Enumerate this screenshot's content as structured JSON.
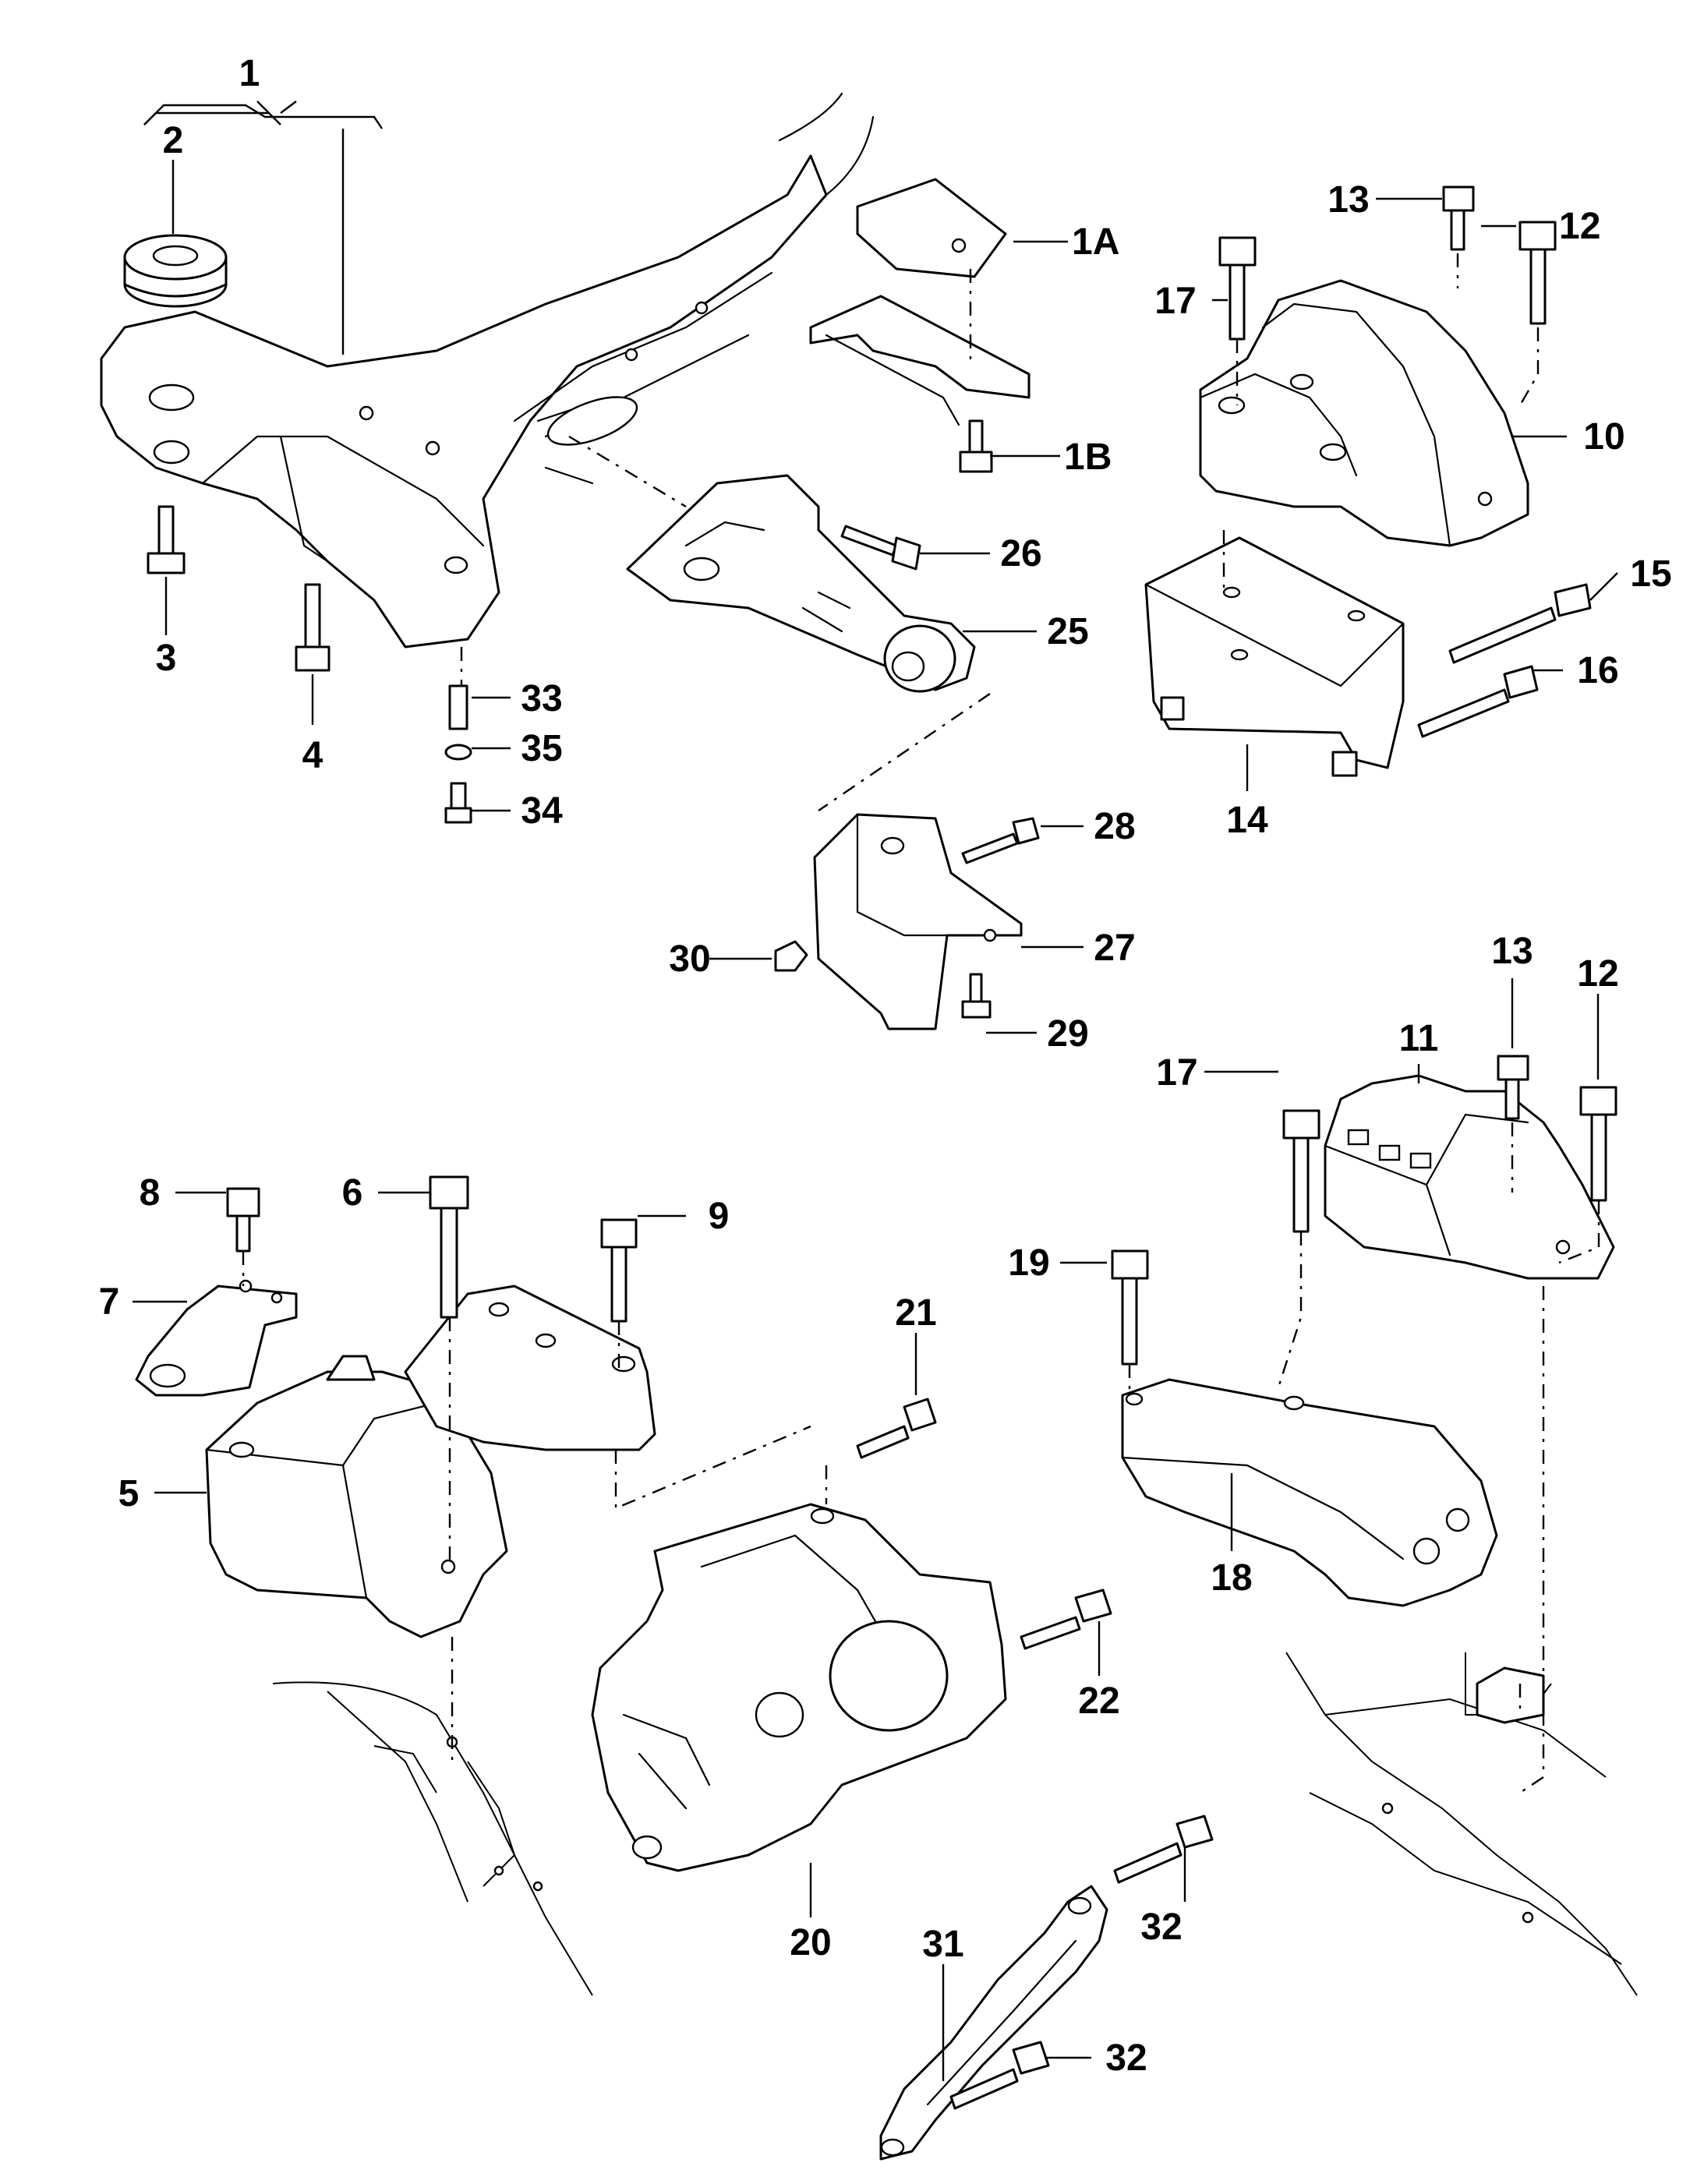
{
  "callouts": [
    {
      "id": "1",
      "label": "1"
    },
    {
      "id": "1A",
      "label": "1A"
    },
    {
      "id": "1B",
      "label": "1B"
    },
    {
      "id": "2",
      "label": "2"
    },
    {
      "id": "3",
      "label": "3"
    },
    {
      "id": "4",
      "label": "4"
    },
    {
      "id": "5",
      "label": "5"
    },
    {
      "id": "6",
      "label": "6"
    },
    {
      "id": "7",
      "label": "7"
    },
    {
      "id": "8",
      "label": "8"
    },
    {
      "id": "9",
      "label": "9"
    },
    {
      "id": "10",
      "label": "10"
    },
    {
      "id": "11",
      "label": "11"
    },
    {
      "id": "12a",
      "label": "12"
    },
    {
      "id": "12b",
      "label": "12"
    },
    {
      "id": "13a",
      "label": "13"
    },
    {
      "id": "13b",
      "label": "13"
    },
    {
      "id": "14",
      "label": "14"
    },
    {
      "id": "15",
      "label": "15"
    },
    {
      "id": "16",
      "label": "16"
    },
    {
      "id": "17a",
      "label": "17"
    },
    {
      "id": "17b",
      "label": "17"
    },
    {
      "id": "18",
      "label": "18"
    },
    {
      "id": "19",
      "label": "19"
    },
    {
      "id": "20",
      "label": "20"
    },
    {
      "id": "21",
      "label": "21"
    },
    {
      "id": "22",
      "label": "22"
    },
    {
      "id": "25",
      "label": "25"
    },
    {
      "id": "26",
      "label": "26"
    },
    {
      "id": "27",
      "label": "27"
    },
    {
      "id": "28",
      "label": "28"
    },
    {
      "id": "29",
      "label": "29"
    },
    {
      "id": "30",
      "label": "30"
    },
    {
      "id": "31",
      "label": "31"
    },
    {
      "id": "32a",
      "label": "32"
    },
    {
      "id": "32b",
      "label": "32"
    },
    {
      "id": "33",
      "label": "33"
    },
    {
      "id": "34",
      "label": "34"
    },
    {
      "id": "35",
      "label": "35"
    }
  ]
}
